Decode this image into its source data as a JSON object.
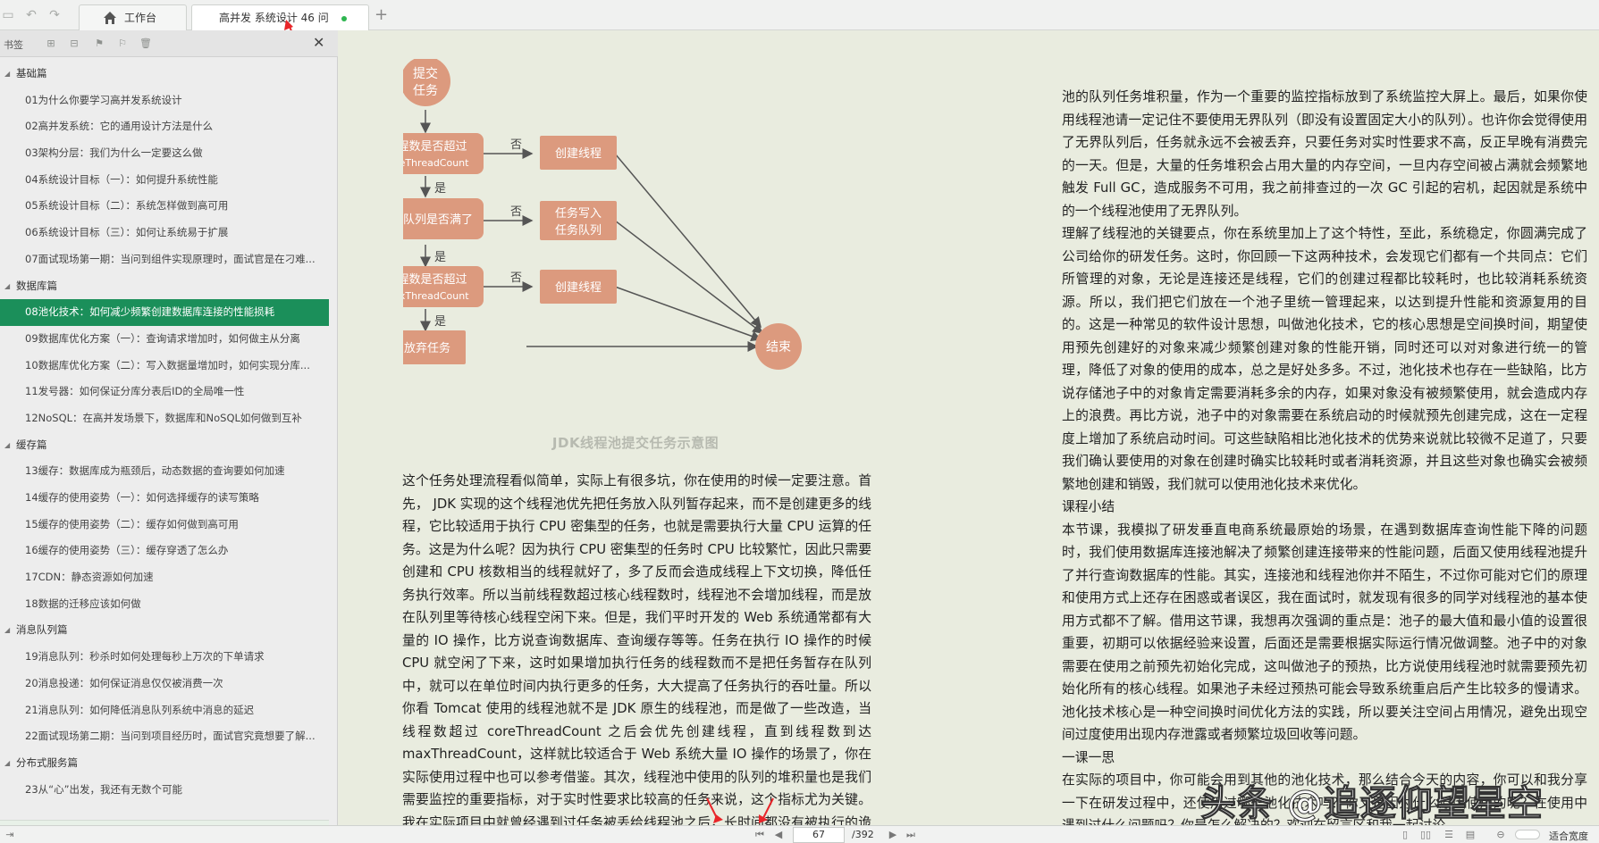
{
  "tabs": {
    "home_label": "工作台",
    "doc_label": "高并发 系统设计 46 问"
  },
  "sidebar": {
    "title": "书签",
    "sections": [
      {
        "label": "基础篇",
        "items": [
          "01为什么你要学习高并发系统设计",
          "02高并发系统：它的通用设计方法是什么",
          "03架构分层：我们为什么一定要这么做",
          "04系统设计目标（一）：如何提升系统性能",
          "05系统设计目标（二）：系统怎样做到高可用",
          "06系统设计目标（三）：如何让系统易于扩展",
          "07面试现场第一期：当问到组件实现原理时，面试官是在刁难..."
        ]
      },
      {
        "label": "数据库篇",
        "items": [
          "08池化技术：如何减少频繁创建数据库连接的性能损耗",
          "09数据库优化方案（一）：查询请求增加时，如何做主从分离",
          "10数据库优化方案（二）：写入数据量增加时，如何实现分库...",
          "11发号器：如何保证分库分表后ID的全局唯一性",
          "12NoSQL：在高并发场景下，数据库和NoSQL如何做到互补"
        ]
      },
      {
        "label": "缓存篇",
        "items": [
          "13缓存：数据库成为瓶颈后，动态数据的查询要如何加速",
          "14缓存的使用姿势（一）：如何选择缓存的读写策略",
          "15缓存的使用姿势（二）：缓存如何做到高可用",
          "16缓存的使用姿势（三）：缓存穿透了怎么办",
          "17CDN：静态资源如何加速",
          "18数据的迁移应该如何做"
        ]
      },
      {
        "label": "消息队列篇",
        "items": [
          "19消息队列：秒杀时如何处理每秒上万次的下单请求",
          "20消息投递：如何保证消息仅仅被消费一次",
          "21消息队列：如何降低消息队列系统中消息的延迟",
          "22面试现场第二期：当问到项目经历时，面试官究竟想要了解..."
        ]
      },
      {
        "label": "分布式服务篇",
        "items": [
          "23从“心”出发，我还有无数个可能"
        ]
      }
    ],
    "active_item": "08池化技术：如何减少频繁创建数据库连接的性能损耗"
  },
  "flowchart": {
    "submit": "提交任务",
    "check_core": "线程数是否超过",
    "core_param": "coreThreadCount",
    "create_thread_1": "创建线程",
    "queue_full": "任务队列是否满了",
    "write_queue_1": "任务写入",
    "write_queue_2": "任务队列",
    "check_max": "线程数是否超过",
    "max_param": "maxThreadCount",
    "create_thread_2": "创建线程",
    "reject": "放弃任务",
    "end": "结束",
    "no": "否",
    "yes": "是",
    "caption": "JDK线程池提交任务示意图"
  },
  "left_column": [
    "这个任务处理流程看似简单，实际上有很多坑，你在使用的时候一定要注意。首先， JDK 实现的这个线程池优先把任务放入队列暂存起来，而不是创建更多的线程，它比较适用于执行 CPU 密集型的任务，也就是需要执行大量 CPU 运算的任务。这是为什么呢？因为执行 CPU 密集型的任务时 CPU 比较繁忙，因此只需要创建和 CPU 核数相当的线程就好了，多了反而会造成线程上下文切换，降低任务执行效率。所以当前线程数超过核心线程数时，线程池不会增加线程，而是放在队列里等待核心线程空闲下来。但是，我们平时开发的 Web 系统通常都有大量的 IO 操作，比方说查询数据库、查询缓存等等。任务在执行 IO 操作的时候 CPU 就空闲了下来，这时如果增加执行任务的线程数而不是把任务暂存在队列中，就可以在单位时间内执行更多的任务，大大提高了任务执行的吞吐量。所以你看 Tomcat 使用的线程池就不是 JDK 原生的线程池，而是做了一些改造，当线程数超过 coreThreadCount 之后会优先创建线程，直到线程数到达 maxThreadCount，这样就比较适合于 Web 系统大量 IO 操作的场景了，你在实际使用过程中也可以参考借鉴。其次，线程池中使用的队列的堆积量也是我们需要监控的重要指标，对于实时性要求比较高的任务来说，这个指标尤为关键。我在实际项目中就曾经遇到过任务被丢给线程池之后，长时间都没有被执行的诡异问题。最初，我认为这是代码的 Bug 导致的，后来经过排查发现，是因"
  ],
  "right_column": [
    "池的队列任务堆积量，作为一个重要的监控指标放到了系统监控大屏上。最后，如果你使用线程池请一定记住不要使用无界队列（即没有设置固定大小的队列）。也许你会觉得使用了无界队列后，任务就永远不会被丢弃，只要任务对实时性要求不高，反正早晚有消费完的一天。但是，大量的任务堆积会占用大量的内存空间，一旦内存空间被占满就会频繁地触发 Full GC，造成服务不可用，我之前排查过的一次 GC 引起的宕机，起因就是系统中的一个线程池使用了无界队列。",
    "理解了线程池的关键要点，你在系统里加上了这个特性，至此，系统稳定，你圆满完成了公司给你的研发任务。这时，你回顾一下这两种技术，会发现它们都有一个共同点：它们所管理的对象，无论是连接还是线程，它们的创建过程都比较耗时，也比较消耗系统资源。所以，我们把它们放在一个池子里统一管理起来，以达到提升性能和资源复用的目的。这是一种常见的软件设计思想，叫做池化技术，它的核心思想是空间换时间，期望使用预先创建好的对象来减少频繁创建对象的性能开销，同时还可以对对象进行统一的管理，降低了对象的使用的成本，总之是好处多多。不过，池化技术也存在一些缺陷，比方说存储池子中的对象肯定需要消耗多余的内存，如果对象没有被频繁使用，就会造成内存上的浪费。再比方说，池子中的对象需要在系统启动的时候就预先创建完成，这在一定程度上增加了系统启动时间。可这些缺陷相比池化技术的优势来说就比较微不足道了，只要我们确认要使用的对象在创建时确实比较耗时或者消耗资源，并且这些对象也确实会被频繁地创建和销毁，我们就可以使用池化技术来优化。",
    "课程小结",
    "本节课，我模拟了研发垂直电商系统最原始的场景，在遇到数据库查询性能下降的问题时，我们使用数据库连接池解决了频繁创建连接带来的性能问题，后面又使用线程池提升了并行查询数据库的性能。其实，连接池和线程池你并不陌生，不过你可能对它们的原理和使用方式上还存在困惑或者误区，我在面试时，就发现有很多的同学对线程池的基本使用方式都不了解。借用这节课，我想再次强调的重点是：池子的最大值和最小值的设置很重要，初期可以依据经验来设置，后面还是需要根据实际运行情况做调整。池子中的对象需要在使用之前预先初始化完成，这叫做池子的预热，比方说使用线程池时就需要预先初始化所有的核心线程。如果池子未经过预热可能会导致系统重启后产生比较多的慢请求。池化技术核心是一种空间换时间优化方法的实践，所以要关注空间占用情况，避免出现空间过度使用出现内存泄露或者频繁垃圾回收等问题。",
    "一课一思",
    "在实际的项目中，你可能会用到其他的池化技术，那么结合今天的内容，你可以和我分享一下在研发过程中，还使用过哪些池化技术吗？你又是因为什么原因使用的呢？在使用中遇到过什么问题吗？你是怎么解决的？欢迎在留言区和我一起讨论。"
  ],
  "statusbar": {
    "page": "67",
    "total": "/392",
    "zoom": "适合宽度"
  },
  "watermark": "头条 @追逐仰望星空",
  "colors": {
    "accent_green": "#1b8f5a",
    "flow_box": "#dc9a7e",
    "page_bg": "#e9ecdf"
  }
}
